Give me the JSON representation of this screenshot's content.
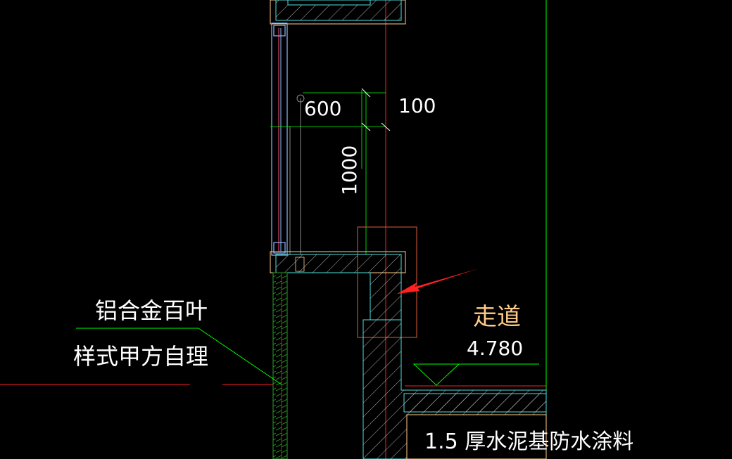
{
  "colors": {
    "background": "#000000",
    "green": "#00ff00",
    "cyan": "#4fe0e0",
    "red": "#ff2020",
    "white": "#ffffff",
    "orange": "#ffcc88",
    "coral": "#e05c3c",
    "light_blue": "#8ab8ff",
    "dark_green": "#2a9a2a",
    "yellow": "#e8c060"
  },
  "labels": {
    "louver_line1": "铝合金百叶",
    "louver_line2": "样式甲方自理",
    "corridor": "走道",
    "elevation": "4.780",
    "waterproof_note": "1.5  厚水泥基防水涂料",
    "dim_600": "600",
    "dim_100": "100",
    "dim_1000": "1000"
  }
}
